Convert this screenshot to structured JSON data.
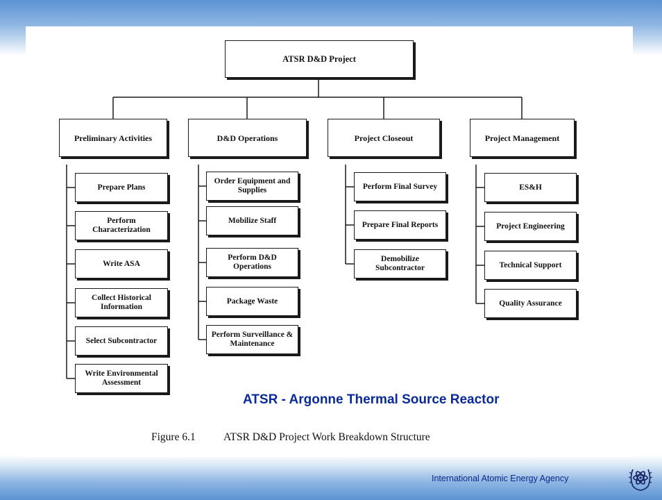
{
  "diagram": {
    "root": "ATSR D&D Project",
    "branches": [
      {
        "title": "Preliminary Activities",
        "children": [
          "Prepare Plans",
          "Perform Characterization",
          "Write ASA",
          "Collect Historical Information",
          "Select Subcontractor",
          "Write Environmental Assessment"
        ]
      },
      {
        "title": "D&D Operations",
        "children": [
          "Order Equipment and Supplies",
          "Mobilize Staff",
          "Perform D&D Operations",
          "Package Waste",
          "Perform Surveillance & Maintenance"
        ]
      },
      {
        "title": "Project Closeout",
        "children": [
          "Perform Final Survey",
          "Prepare Final Reports",
          "Demobilize Subcontractor"
        ]
      },
      {
        "title": "Project Management",
        "children": [
          "ES&H",
          "Project Engineering",
          "Technical Support",
          "Quality Assurance"
        ]
      }
    ]
  },
  "acronym_note": "ATSR - Argonne Thermal Source Reactor",
  "caption": {
    "number": "Figure 6.1",
    "text": "ATSR D&D Project Work Breakdown Structure"
  },
  "footer": {
    "organization": "International Atomic Energy Agency"
  },
  "colors": {
    "band": "#5b93d3",
    "acronym": "#0a2a9a",
    "footer_text": "#0a2a8a"
  },
  "logo_icon": "iaea-atom-emblem"
}
